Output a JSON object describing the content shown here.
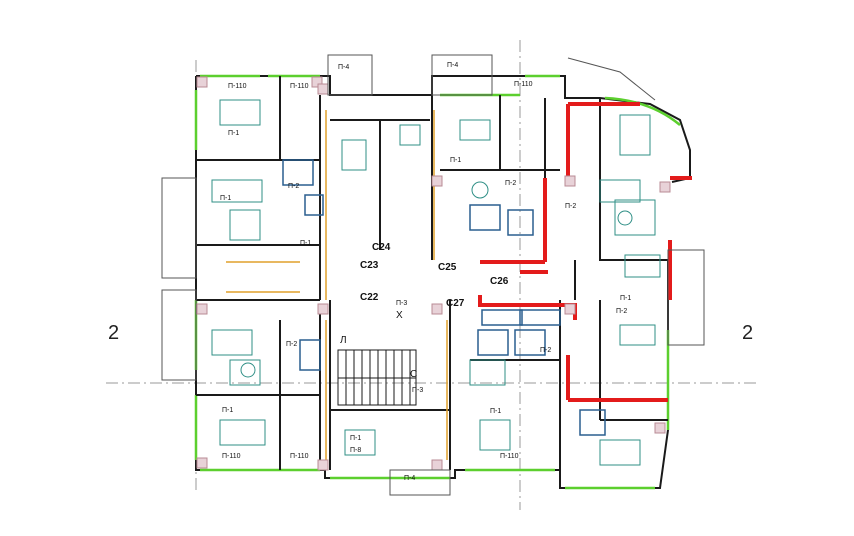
{
  "axis_marks": {
    "left": "2",
    "right": "2"
  },
  "stair_labels": {
    "stair": "Л",
    "stair_c": "С",
    "center_x": "Х"
  },
  "cell_labels": [
    "С22",
    "С23",
    "С24",
    "С25",
    "С26",
    "С27"
  ],
  "room_labels": [
    "П-1",
    "П-2",
    "П-3",
    "П-4",
    "П-110",
    "П-8"
  ],
  "colors": {
    "wall": "#1a1a1a",
    "fire_wall": "#e31b1b",
    "window": "#5ccf2e",
    "furniture": "#2f8f86",
    "plumbing": "#2a5f8f",
    "axis": "#9a9a9a",
    "accent_orange": "#e0a12c",
    "hatch": "#b88b94"
  }
}
